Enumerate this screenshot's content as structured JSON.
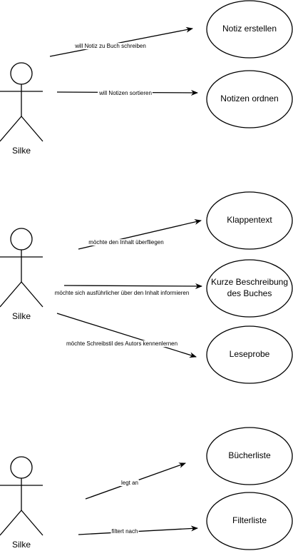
{
  "diagram": {
    "actors": [
      {
        "id": "a1",
        "label": "Silke"
      },
      {
        "id": "a2",
        "label": "Silke"
      },
      {
        "id": "a3",
        "label": "Silke"
      }
    ],
    "use_cases": [
      {
        "id": "u1",
        "lines": [
          "Notiz  erstellen"
        ]
      },
      {
        "id": "u2",
        "lines": [
          "Notizen ordnen"
        ]
      },
      {
        "id": "u3",
        "lines": [
          "Klappentext"
        ]
      },
      {
        "id": "u4",
        "lines": [
          "Kurze Beschreibung",
          "des Buches"
        ]
      },
      {
        "id": "u5",
        "lines": [
          "Leseprobe"
        ]
      },
      {
        "id": "u6",
        "lines": [
          "Bücherliste"
        ]
      },
      {
        "id": "u7",
        "lines": [
          "Filterliste"
        ]
      }
    ],
    "edges": [
      {
        "from": "a1",
        "to": "u1",
        "label": "will Notiz zu Buch schreiben"
      },
      {
        "from": "a1",
        "to": "u2",
        "label": "will Notizen sortieren"
      },
      {
        "from": "a2",
        "to": "u3",
        "label": "möchte den Inhalt überfliegen"
      },
      {
        "from": "a2",
        "to": "u4",
        "label": "möchte sich ausführlicher über den Inhalt informieren"
      },
      {
        "from": "a2",
        "to": "u5",
        "label": "möchte Schreibstil des Autors kennenlernen"
      },
      {
        "from": "a3",
        "to": "u6",
        "label": "legt an"
      },
      {
        "from": "a3",
        "to": "u7",
        "label": "filtert nach"
      }
    ]
  }
}
